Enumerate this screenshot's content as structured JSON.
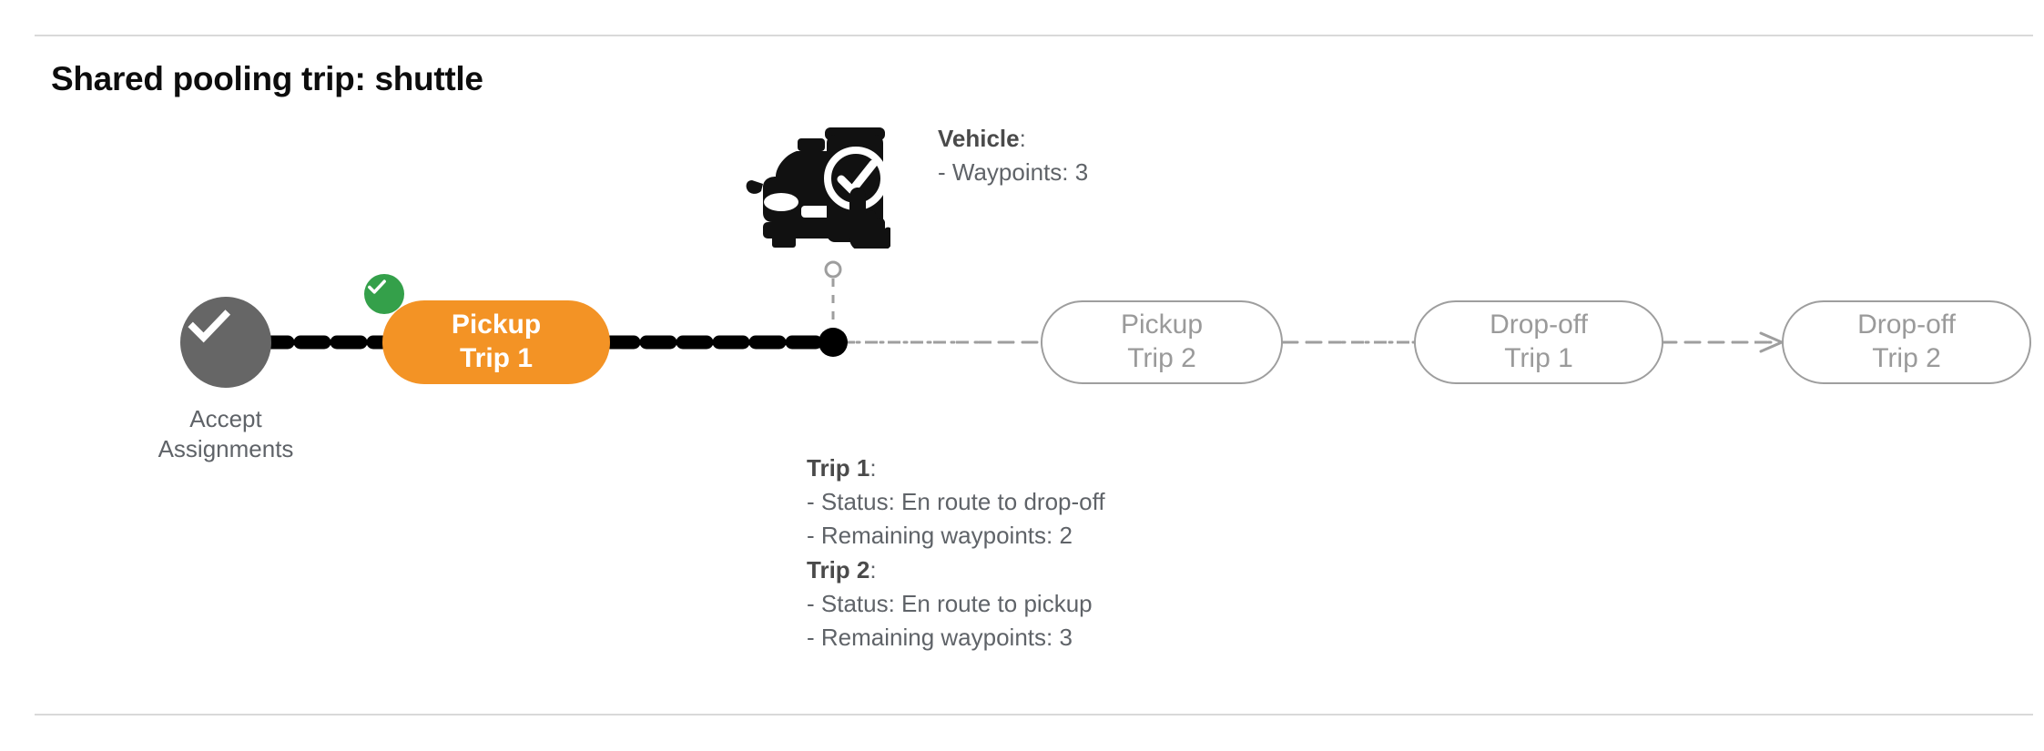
{
  "page": {
    "title": "Shared pooling trip: shuttle"
  },
  "flow": {
    "start_node": {
      "icon": "check-circle-icon",
      "label": "Accept\nAssignments",
      "color": "#666666"
    },
    "nodes": [
      {
        "id": "pickup-trip-1",
        "line1": "Pickup",
        "line2": "Trip 1",
        "state": "active",
        "completed": true,
        "color": "#f39325"
      },
      {
        "id": "pickup-trip-2",
        "line1": "Pickup",
        "line2": "Trip 2",
        "state": "upcoming",
        "completed": false,
        "color": "#9e9e9e"
      },
      {
        "id": "dropoff-trip-1",
        "line1": "Drop-off",
        "line2": "Trip 1",
        "state": "upcoming",
        "completed": false,
        "color": "#9e9e9e"
      },
      {
        "id": "dropoff-trip-2",
        "line1": "Drop-off",
        "line2": "Trip 2",
        "state": "upcoming",
        "completed": false,
        "color": "#9e9e9e"
      }
    ],
    "completed_badge_color": "#34a04a",
    "traveled_path_color": "#000000",
    "remaining_path_color": "#9e9e9e"
  },
  "vehicle": {
    "icon": "vehicle-phone-check-icon",
    "heading": "Vehicle",
    "heading_suffix": ":",
    "detail": "- Waypoints: 3",
    "marker": "vehicle-position-marker"
  },
  "trips": {
    "trip1": {
      "heading": "Trip 1",
      "heading_suffix": ":",
      "status": "- Status:  En route to drop-off",
      "waypoints": "- Remaining waypoints: 2"
    },
    "trip2": {
      "heading": "Trip 2",
      "heading_suffix": ":",
      "status": "- Status:  En route to pickup",
      "waypoints": "- Remaining waypoints: 3"
    }
  }
}
